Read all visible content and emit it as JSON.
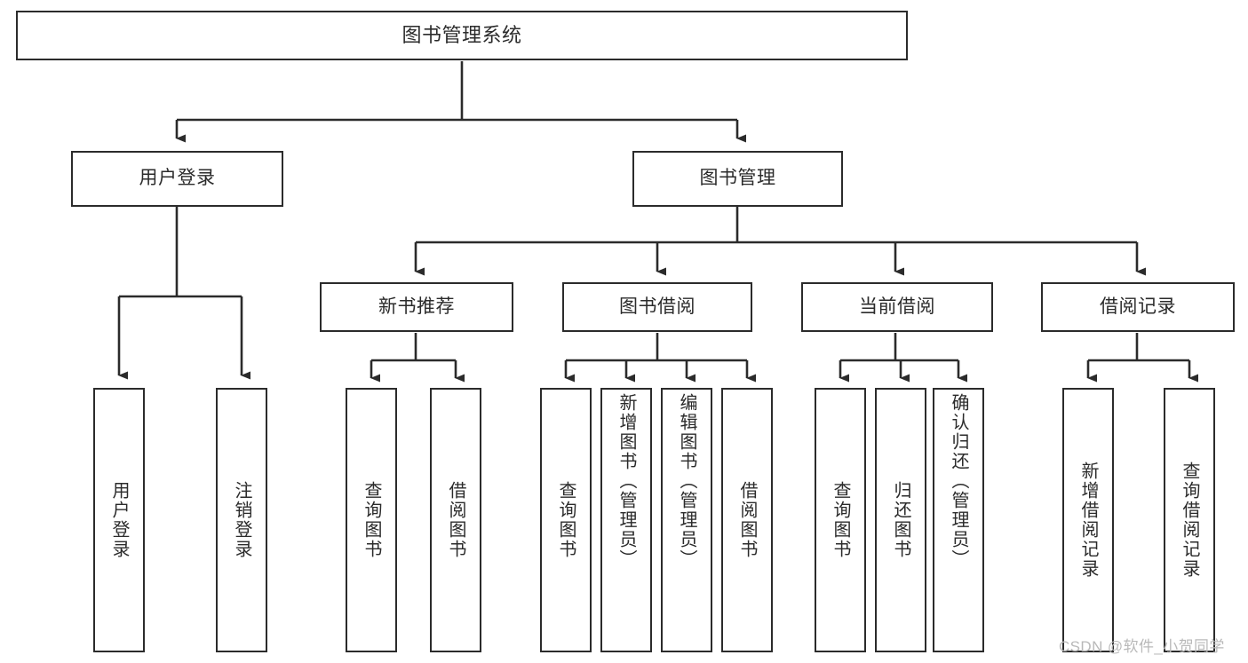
{
  "diagram": {
    "title": "图书管理系统",
    "type": "tree",
    "orientation": "top-down",
    "line_color": "#2b2b2b",
    "box_fill": "#ffffff",
    "text_color": "#2b2b2b",
    "watermark": "CSDN @软件_小贺同学",
    "nodes": {
      "root": {
        "label": "图书管理系统"
      },
      "level2": [
        {
          "id": "user-login",
          "label": "用户登录"
        },
        {
          "id": "book-manage",
          "label": "图书管理"
        }
      ],
      "level3": [
        {
          "id": "new-book-recommend",
          "label": "新书推荐"
        },
        {
          "id": "book-borrow",
          "label": "图书借阅"
        },
        {
          "id": "current-borrow",
          "label": "当前借阅"
        },
        {
          "id": "borrow-record",
          "label": "借阅记录"
        }
      ],
      "leaves": {
        "user-login": [
          {
            "id": "leaf-user-login",
            "label": "用户登录",
            "align": "center"
          },
          {
            "id": "leaf-logout",
            "label": "注销登录",
            "align": "center"
          }
        ],
        "new-book-recommend": [
          {
            "id": "leaf-query-book-1",
            "label": "查询图书",
            "align": "center"
          },
          {
            "id": "leaf-borrow-book-1",
            "label": "借阅图书",
            "align": "center"
          }
        ],
        "book-borrow": [
          {
            "id": "leaf-query-book-2",
            "label": "查询图书",
            "align": "center"
          },
          {
            "id": "leaf-add-book",
            "label": "新增图书（管理员）",
            "align": "top"
          },
          {
            "id": "leaf-edit-book",
            "label": "编辑图书（管理员）",
            "align": "top"
          },
          {
            "id": "leaf-borrow-book-2",
            "label": "借阅图书",
            "align": "center"
          }
        ],
        "current-borrow": [
          {
            "id": "leaf-query-book-3",
            "label": "查询图书",
            "align": "center"
          },
          {
            "id": "leaf-return-book",
            "label": "归还图书",
            "align": "center"
          },
          {
            "id": "leaf-confirm-return",
            "label": "确认归还（管理员）",
            "align": "top"
          }
        ],
        "borrow-record": [
          {
            "id": "leaf-add-record",
            "label": "新增借阅记录",
            "align": "center"
          },
          {
            "id": "leaf-query-record",
            "label": "查询借阅记录",
            "align": "center"
          }
        ]
      }
    }
  }
}
